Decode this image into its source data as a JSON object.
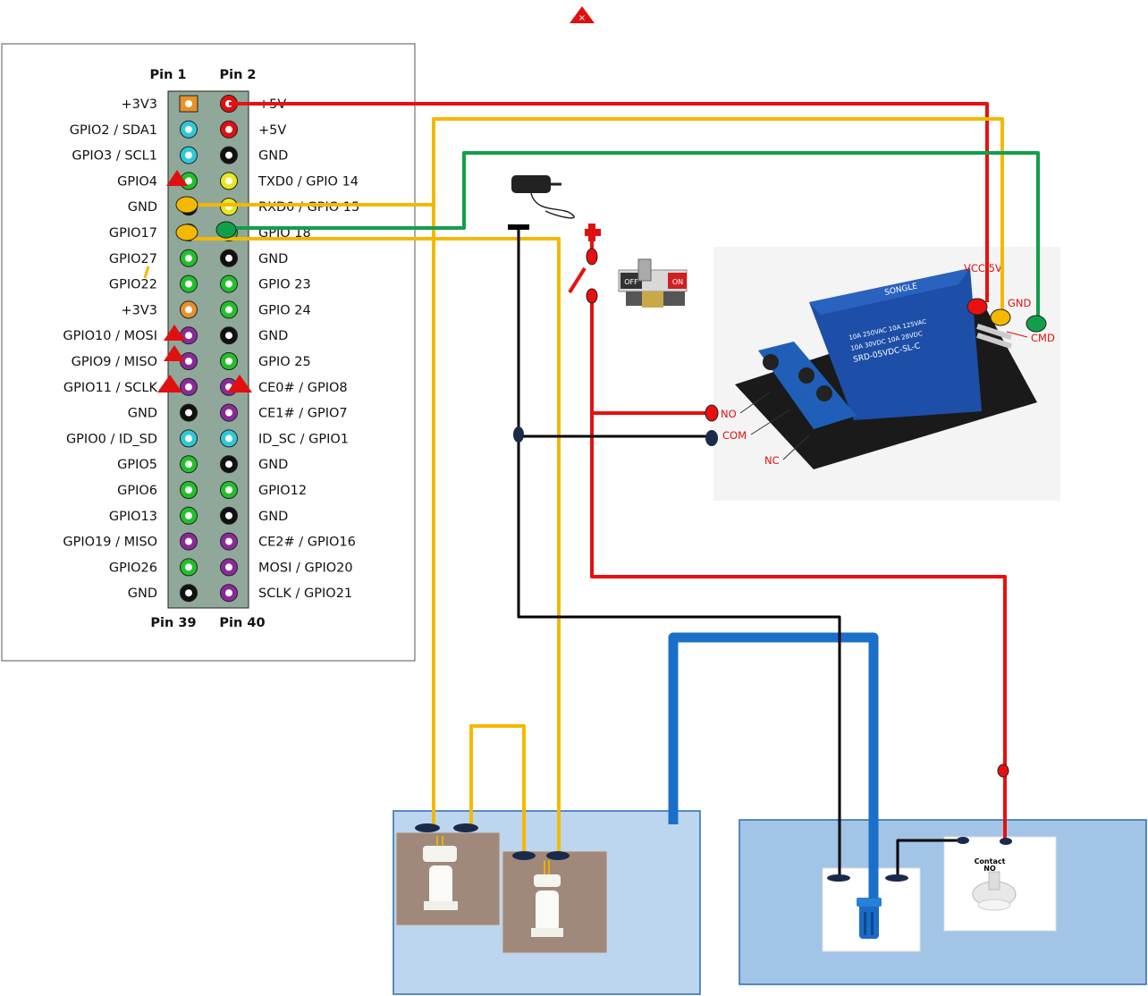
{
  "gpio_header": {
    "top_left": "Pin 1",
    "top_right": "Pin 2",
    "bottom_left": "Pin 39",
    "bottom_right": "Pin 40",
    "rows": [
      {
        "left": "+3V3",
        "right": "+5V",
        "lc": "#e8902a",
        "rc": "#e01010"
      },
      {
        "left": "GPIO2 / SDA1",
        "right": "+5V",
        "lc": "#2ec8d8",
        "rc": "#e01010"
      },
      {
        "left": "GPIO3 / SCL1",
        "right": "GND",
        "lc": "#2ec8d8",
        "rc": "#111111"
      },
      {
        "left": "GPIO4",
        "right": "TXD0 / GPIO 14",
        "lc": "#22c02a",
        "rc": "#e8e820"
      },
      {
        "left": "GND",
        "right": "RXD0 / GPIO 15",
        "lc": "#111111",
        "rc": "#e8e820"
      },
      {
        "left": "GPIO17",
        "right": "GPIO 18",
        "lc": "#22c02a",
        "rc": "#22c02a"
      },
      {
        "left": "GPIO27",
        "right": "GND",
        "lc": "#22c02a",
        "rc": "#111111"
      },
      {
        "left": "GPIO22",
        "right": "GPIO 23",
        "lc": "#22c02a",
        "rc": "#22c02a"
      },
      {
        "left": "+3V3",
        "right": "GPIO 24",
        "lc": "#e8902a",
        "rc": "#22c02a"
      },
      {
        "left": "GPIO10 / MOSI",
        "right": "GND",
        "lc": "#8a2a9a",
        "rc": "#111111"
      },
      {
        "left": "GPIO9 / MISO",
        "right": "GPIO 25",
        "lc": "#8a2a9a",
        "rc": "#22c02a"
      },
      {
        "left": "GPIO11 / SCLK",
        "right": "CE0# / GPIO8",
        "lc": "#8a2a9a",
        "rc": "#8a2a9a"
      },
      {
        "left": "GND",
        "right": "CE1# / GPIO7",
        "lc": "#111111",
        "rc": "#8a2a9a"
      },
      {
        "left": "GPIO0 / ID_SD",
        "right": "ID_SC / GPIO1",
        "lc": "#2ec8d8",
        "rc": "#2ec8d8"
      },
      {
        "left": "GPIO5",
        "right": "GND",
        "lc": "#22c02a",
        "rc": "#111111"
      },
      {
        "left": "GPIO6",
        "right": "GPIO12",
        "lc": "#22c02a",
        "rc": "#22c02a"
      },
      {
        "left": "GPIO13",
        "right": "GND",
        "lc": "#22c02a",
        "rc": "#111111"
      },
      {
        "left": "GPIO19 / MISO",
        "right": "CE2# / GPIO16",
        "lc": "#8a2a9a",
        "rc": "#8a2a9a"
      },
      {
        "left": "GPIO26",
        "right": "MOSI / GPIO20",
        "lc": "#22c02a",
        "rc": "#8a2a9a"
      },
      {
        "left": "GND",
        "right": "SCLK / GPIO21",
        "lc": "#111111",
        "rc": "#8a2a9a"
      }
    ]
  },
  "relay": {
    "vcc_label": "VCC 5V",
    "gnd_label": "GND",
    "cmd_label": "CMD",
    "no_label": "NO",
    "com_label": "COM",
    "nc_label": "NC",
    "brand": "SONGLE",
    "model": "SRD-05VDC-SL-C",
    "rating1": "10A 250VAC  10A 125VAC",
    "rating2": "10A 30VDC  10A 28VDC"
  },
  "switch": {
    "off_label": "OFF",
    "on_label": "ON"
  },
  "sensor": {
    "contact_label": "Contact",
    "no_label": "NO"
  },
  "colors": {
    "wire_red": "#e81010",
    "wire_yellow": "#f5b800",
    "wire_green": "#10a04a",
    "wire_black": "#000000",
    "pipe_blue": "#1a70c8",
    "tank_left": "#bcd6ef",
    "tank_right": "#a2c4e6",
    "header_body": "#8fa89a"
  }
}
